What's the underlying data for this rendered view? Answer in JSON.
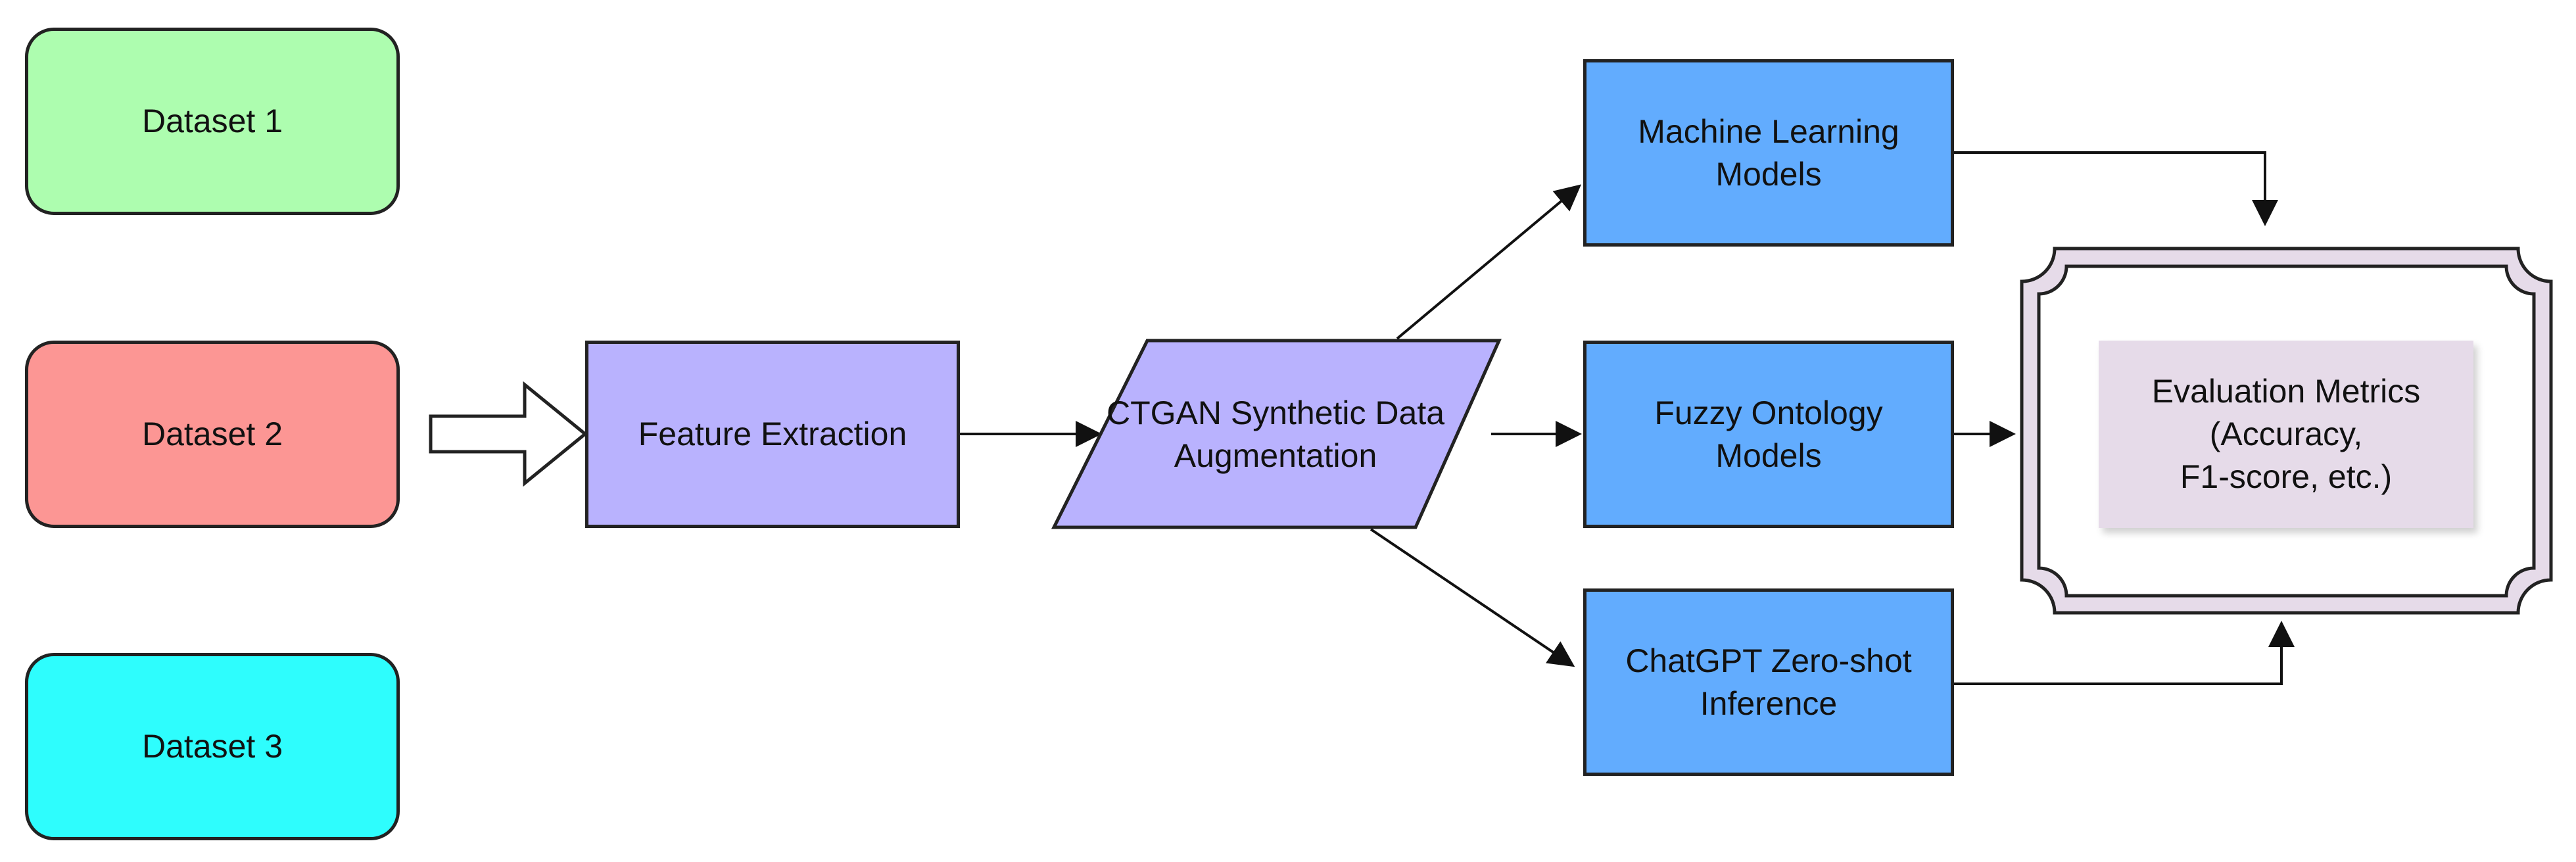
{
  "colors": {
    "dataset1": "#adfdaf",
    "dataset2": "#fc9694",
    "dataset3": "#2efdfd",
    "process": "#b9b2fe",
    "model": "#62acfe",
    "eval_frame": "#e6dbe9",
    "eval_inner": "#e6dbe9",
    "stroke": "#222222"
  },
  "nodes": {
    "dataset1": {
      "label": "Dataset 1"
    },
    "dataset2": {
      "label": "Dataset 2"
    },
    "dataset3": {
      "label": "Dataset 3"
    },
    "feature_extraction": {
      "label": "Feature Extraction"
    },
    "ctgan": {
      "label": "CTGAN Synthetic Data\nAugmentation"
    },
    "ml_models": {
      "label": "Machine Learning\nModels"
    },
    "fuzzy_models": {
      "label": "Fuzzy Ontology\nModels"
    },
    "chatgpt": {
      "label": "ChatGPT Zero-shot\nInference"
    },
    "evaluation": {
      "label": "Evaluation Metrics\n(Accuracy,\nF1-score, etc.)"
    }
  },
  "edges": [
    {
      "from": "dataset2",
      "to": "feature_extraction",
      "style": "block-arrow"
    },
    {
      "from": "feature_extraction",
      "to": "ctgan"
    },
    {
      "from": "ctgan",
      "to": "ml_models"
    },
    {
      "from": "ctgan",
      "to": "fuzzy_models"
    },
    {
      "from": "ctgan",
      "to": "chatgpt"
    },
    {
      "from": "ml_models",
      "to": "evaluation"
    },
    {
      "from": "fuzzy_models",
      "to": "evaluation"
    },
    {
      "from": "chatgpt",
      "to": "evaluation"
    }
  ]
}
